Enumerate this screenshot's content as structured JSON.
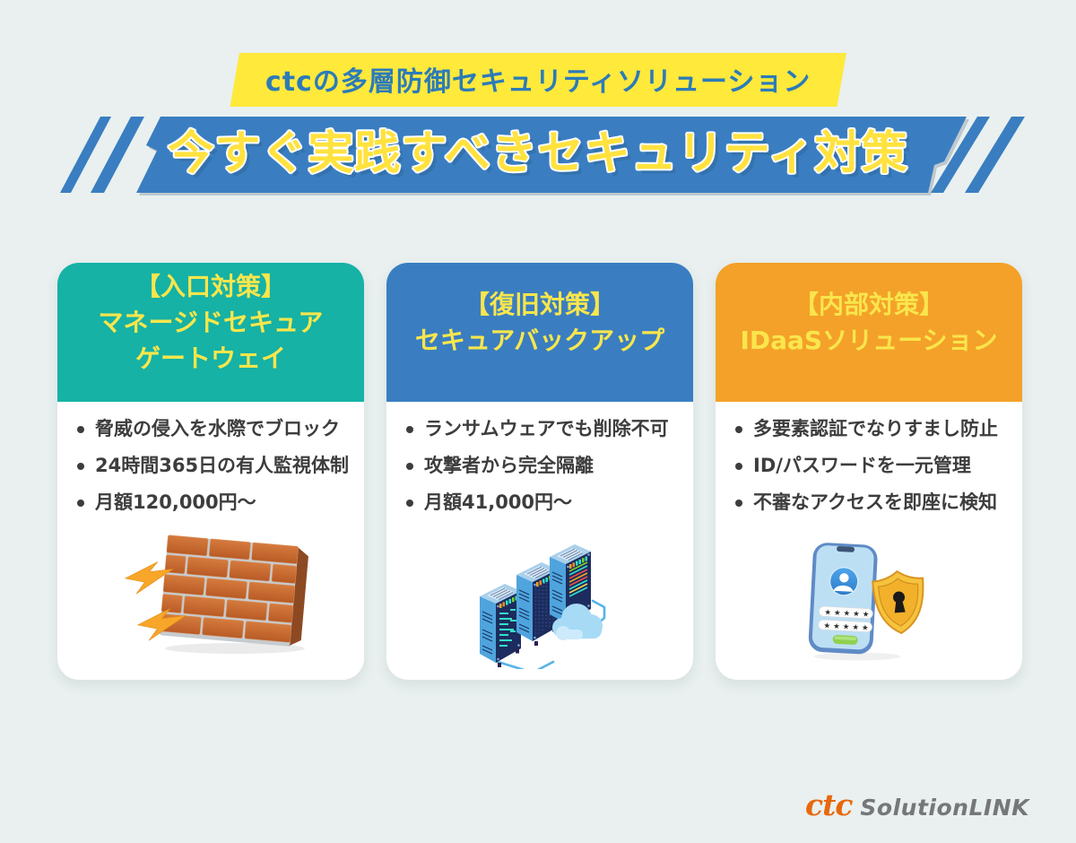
{
  "badge": {
    "label": "ctcの多層防御セキュリティソリューション"
  },
  "banner": {
    "title": "今すぐ実践すべきセキュリティ対策"
  },
  "cards": [
    {
      "category": "【入口対策】",
      "title_lines": [
        "マネージドセキュア",
        "ゲートウェイ"
      ],
      "bullets": [
        "脅威の侵入を水際でブロック",
        "24時間365日の有人監視体制",
        "月額120,000円〜"
      ],
      "header_color": "#15B2A5",
      "illustration": "firewall",
      "illustration_alt": "brick-firewall-blocking-lightning-attacks"
    },
    {
      "category": "【復旧対策】",
      "title_lines": [
        "セキュアバックアップ"
      ],
      "bullets": [
        "ランサムウェアでも削除不可",
        "攻撃者から完全隔離",
        "月額41,000円〜"
      ],
      "header_color": "#3A7EC1",
      "illustration": "servers",
      "illustration_alt": "backup-servers-connected-to-cloud"
    },
    {
      "category": "【内部対策】",
      "title_lines": [
        "IDaaSソリューション"
      ],
      "bullets": [
        "多要素認証でなりすまし防止",
        "ID/パスワードを一元管理",
        "不審なアクセスを即座に検知"
      ],
      "header_color": "#F4A129",
      "illustration": "idaas",
      "illustration_alt": "smartphone-login-with-gold-security-shield"
    }
  ],
  "logo": {
    "brand": "ctc",
    "product": "SolutionLINK"
  },
  "colors": {
    "background": "#E9F0EF",
    "banner_blue": "#3A7EC1",
    "badge_yellow": "#FFE93B",
    "badge_text_blue": "#2C7BB8",
    "banner_title_yellow": "#FFE23E",
    "card_header_text_yellow": "#F9E64C",
    "card_text": "#3D3D3D",
    "teal": "#15B2A5",
    "blue": "#3A7EC1",
    "orange": "#F4A129",
    "logo_orange": "#E8680D",
    "logo_gray": "#76777A"
  }
}
